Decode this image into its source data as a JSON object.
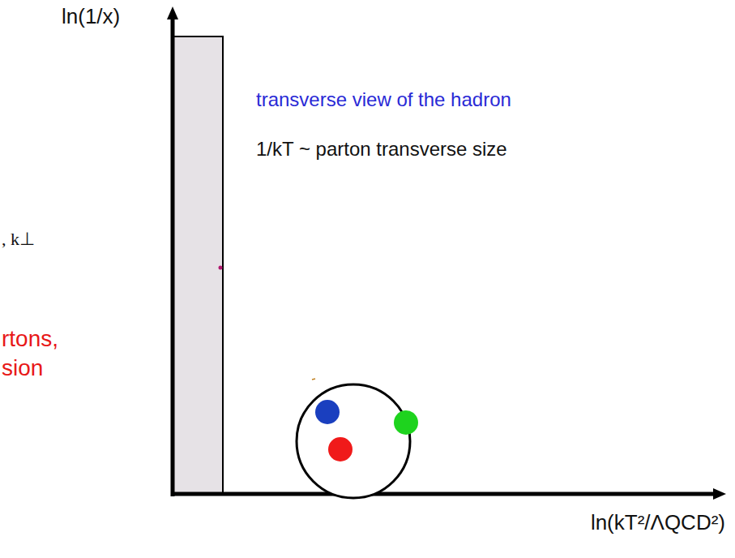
{
  "diagram": {
    "labels": [
      "ln(1/x)",
      "transverse view of the hadron",
      "1/kT ~ parton transverse size",
      "ln(kT²/ΛQCD²)",
      ", k⊥",
      "rtons,",
      "sion"
    ]
  }
}
